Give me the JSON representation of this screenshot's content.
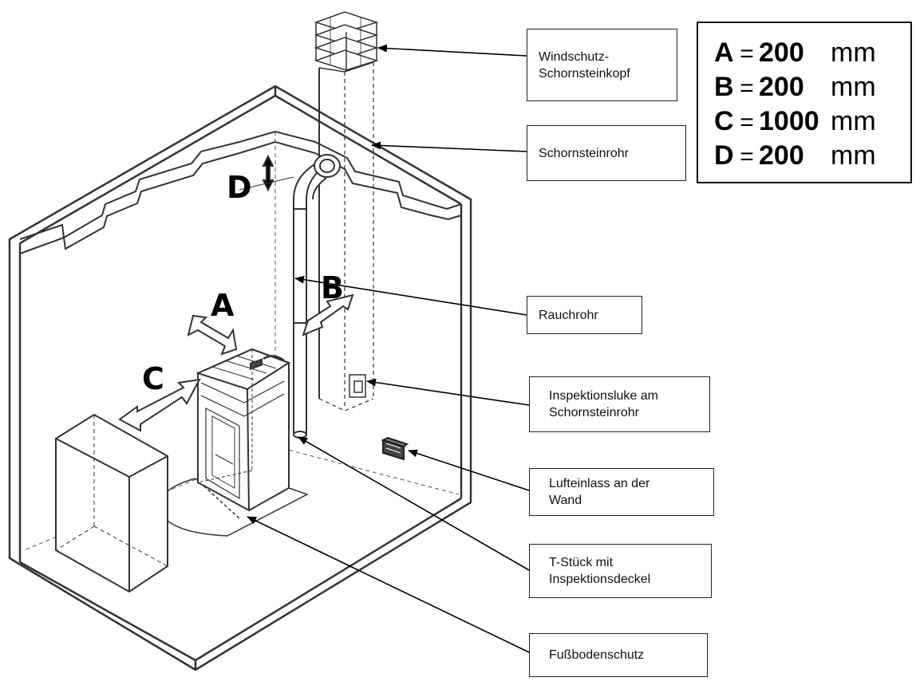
{
  "callouts": {
    "windschutz": "Windschutz-\nSchornsteinkopf",
    "schornsteinrohr": "Schornsteinrohr",
    "rauchrohr": "Rauchrohr",
    "inspektionsluke": "Inspektionsluke am\nSchornsteinrohr",
    "lufteinlass": "Lufteinlass an der\nWand",
    "tstueck": "T-Stück mit\nInspektionsdeckel",
    "fussboden": "Fußbodenschutz"
  },
  "legend": [
    {
      "key": "A",
      "eq": "=",
      "value": "200",
      "unit": "mm"
    },
    {
      "key": "B",
      "eq": "=",
      "value": "200",
      "unit": "mm"
    },
    {
      "key": "C",
      "eq": "=",
      "value": "1000",
      "unit": "mm"
    },
    {
      "key": "D",
      "eq": "=",
      "value": "200",
      "unit": "mm"
    }
  ],
  "dimension_labels": {
    "a": "A",
    "b": "B",
    "c": "C",
    "d": "D"
  }
}
